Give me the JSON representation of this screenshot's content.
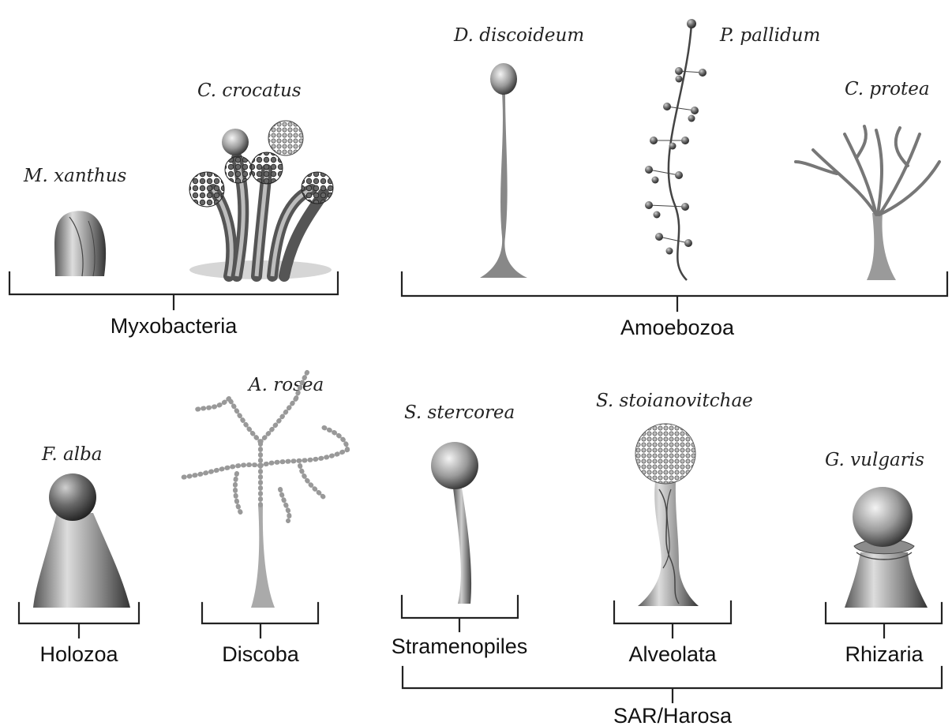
{
  "groups": {
    "myxobacteria": "Myxobacteria",
    "amoebozoa": "Amoebozoa",
    "holozoa": "Holozoa",
    "discoba": "Discoba",
    "stramenopiles": "Stramenopiles",
    "alveolata": "Alveolata",
    "rhizaria": "Rhizaria",
    "sar": "SAR/Harosa"
  },
  "species": {
    "m_xanthus": "M. xanthus",
    "c_crocatus": "C. crocatus",
    "d_discoideum": "D. discoideum",
    "p_pallidum": "P. pallidum",
    "c_protea": "C. protea",
    "f_alba": "F. alba",
    "a_rosea": "A. rosea",
    "s_stercorea": "S. stercorea",
    "s_stoianovitchae": "S. stoianovitchae",
    "g_vulgaris": "G. vulgaris"
  },
  "colors": {
    "ink": "#222222",
    "shade_dark": "#3a3a3a",
    "shade_light": "#d8d8d8"
  }
}
